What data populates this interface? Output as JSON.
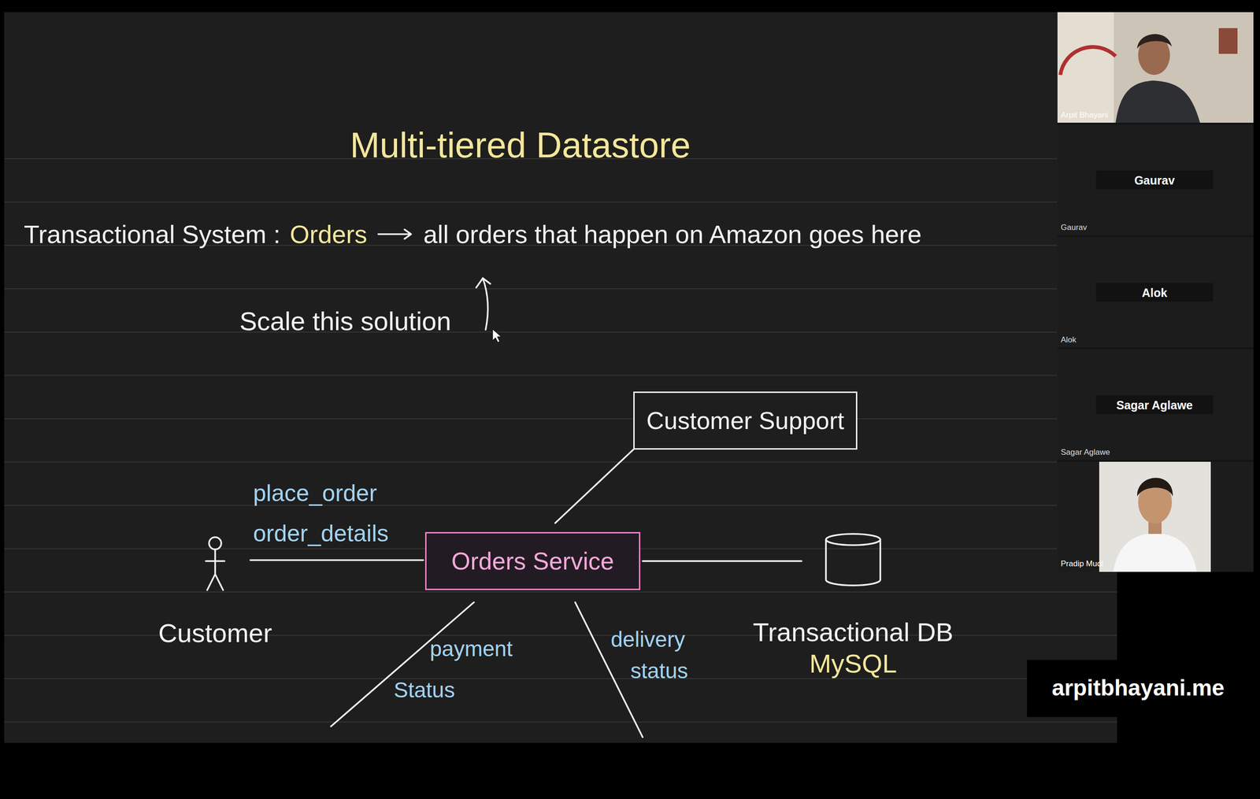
{
  "diagram": {
    "title": "Multi-tiered Datastore",
    "nodes": [
      {
        "text": [
          "Customer Support"
        ]
      },
      {
        "text": [
          "Customer"
        ]
      },
      {
        "text": [
          "Orders Service"
        ]
      },
      {
        "text": [
          "Transactional DB",
          "MySQL"
        ]
      }
    ],
    "edges": [
      {
        "from": 1,
        "to": 2,
        "label": "place_order order_details",
        "arrow": "none"
      },
      {
        "from": 2,
        "to": 0,
        "arrow": "none"
      },
      {
        "from": 2,
        "to": 3,
        "arrow": "none"
      }
    ],
    "labels": [
      "Transactional System :",
      "Orders",
      "all orders that happen on Amazon goes here",
      "Scale this solution",
      "payment Status",
      "delivery status",
      "Arpit Bhayani",
      "Gaurav",
      "Gaurav",
      "Alok",
      "Alok",
      "Sagar Aglawe",
      "Sagar Aglawe",
      "Pradip Mudi",
      "arpitbhayani.me"
    ]
  }
}
